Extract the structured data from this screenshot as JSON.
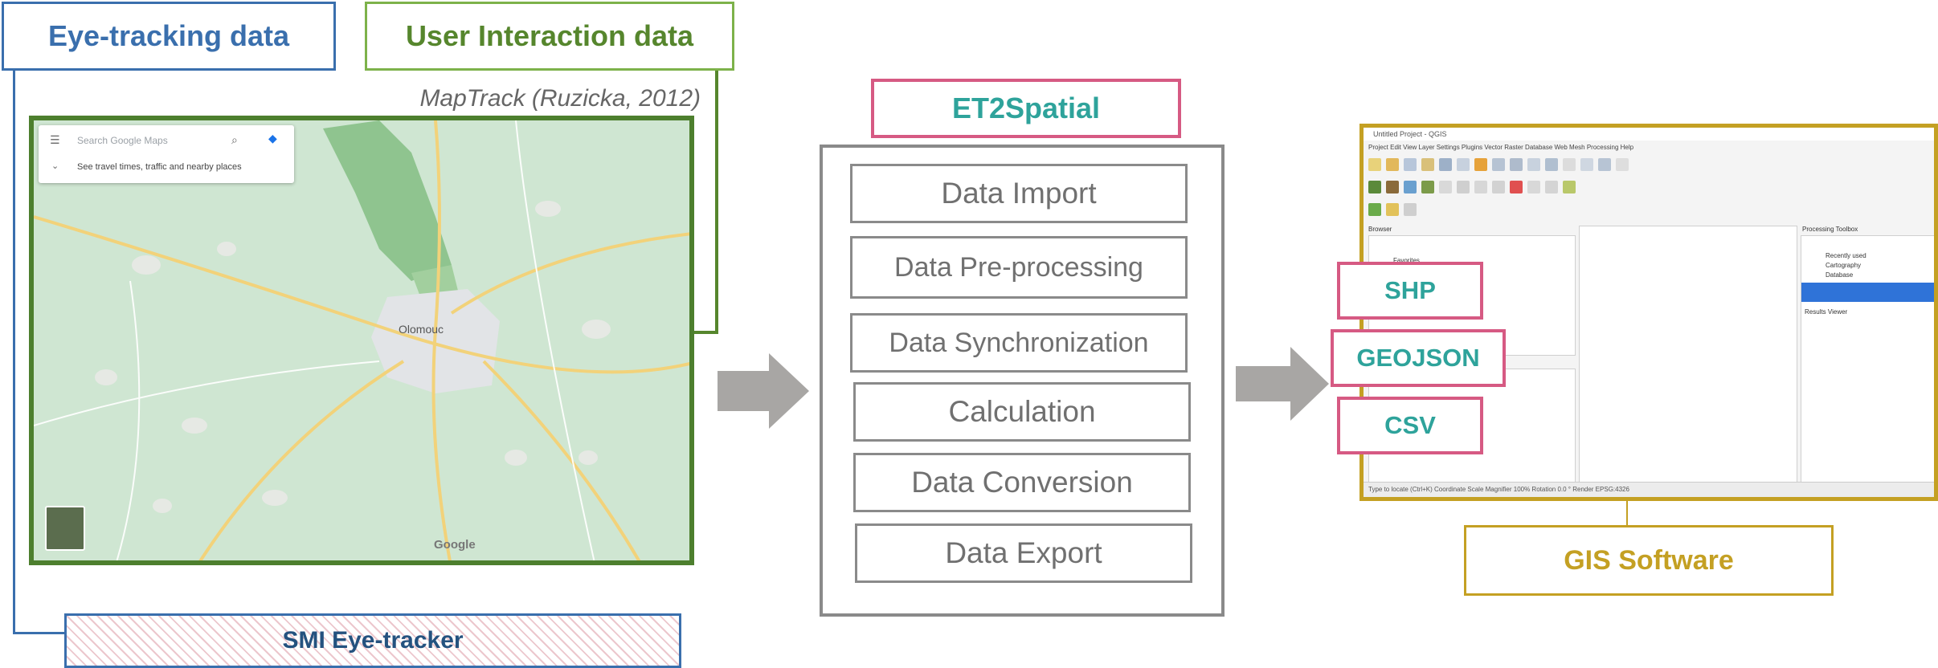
{
  "labels": {
    "eye_tracking": "Eye-tracking data",
    "user_interaction": "User Interaction data",
    "maptrack": "MapTrack (Ruzicka, 2012)",
    "smi": "SMI Eye-tracker"
  },
  "map": {
    "search_placeholder": "Search Google Maps",
    "search_hint": "See travel times, traffic and nearby places",
    "city": "Olomouc",
    "google": "Google"
  },
  "et2spatial": {
    "title": "ET2Spatial",
    "steps": [
      "Data Import",
      "Data Pre-processing",
      "Data Synchronization",
      "Calculation",
      "Data Conversion",
      "Data Export"
    ]
  },
  "formats": [
    "SHP",
    "GEOJSON",
    "CSV"
  ],
  "gis": {
    "label": "GIS Software",
    "window_title": "Untitled Project - QGIS",
    "menu": "Project  Edit  View  Layer  Settings  Plugins  Vector  Raster  Database  Web  Mesh  Processing  Help",
    "browser_title": "Browser",
    "favorites": "Favorites",
    "toolbox_title": "Processing Toolbox",
    "toolbox_items": [
      "Recently used",
      "Cartography",
      "Database"
    ],
    "results": "Results Viewer",
    "status": "Type to locate (Ctrl+K)      Coordinate       Scale       Magnifier 100%       Rotation 0.0 °       Render       EPSG:4326"
  },
  "colors": {
    "blue": "#3a6fad",
    "green": "#56862d",
    "pink": "#d65a83",
    "teal": "#2ea39b",
    "gold": "#c4a023",
    "gray": "#8a8a8a"
  }
}
